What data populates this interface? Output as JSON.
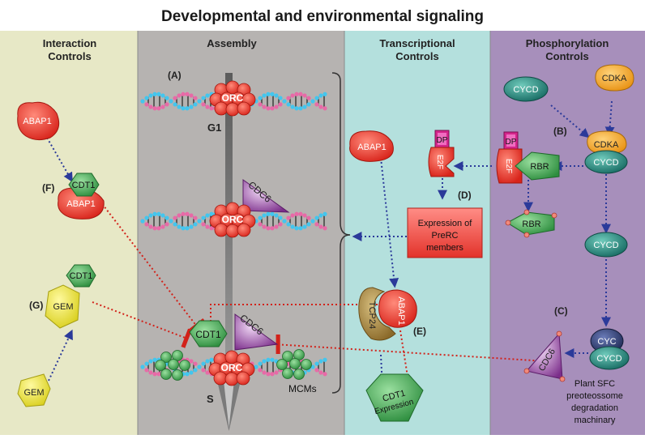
{
  "title": "Developmental and environmental  signaling",
  "columns": {
    "interaction": {
      "label_line1": "Interaction",
      "label_line2": "Controls",
      "color": "#e7e8c6"
    },
    "assembly": {
      "label": "Assembly",
      "color": "#b6b3b1"
    },
    "transcriptional": {
      "label_line1": "Transcriptional",
      "label_line2": "Controls",
      "color": "#b4e0dd"
    },
    "phosphorylation": {
      "label_line1": "Phosphorylation",
      "label_line2": "Controls",
      "color": "#a78fbb"
    }
  },
  "panel_letters": {
    "a": "(A)",
    "b": "(B)",
    "c": "(C)",
    "d": "(D)",
    "e": "(E)",
    "f": "(F)",
    "g": "(G)"
  },
  "phase_labels": {
    "g1": "G1",
    "s": "S"
  },
  "proteins": {
    "orc": "ORC",
    "cdc6": "CDC6",
    "cdt1": "CDT1",
    "abap1": "ABAP1",
    "gem": "GEM",
    "tcp24": "TCP24",
    "cdt1_expression_line1": "CDT1",
    "cdt1_expression_line2": "Expression",
    "dp": "DP",
    "e2f": "E2F",
    "rbr": "RBR",
    "cycd": "CYCD",
    "cdka": "CDKA",
    "cyc": "CYC",
    "mcms": "MCMs"
  },
  "expression_box": {
    "line1": "Expression of",
    "line2": "PreRC",
    "line3": "members"
  },
  "degradation_note": {
    "line1": "Plant SFC",
    "line2": "preoteossome",
    "line3": "degradation",
    "line4": "machinary"
  },
  "colors": {
    "red_protein": "#e8312b",
    "green_protein": "#3fa34d",
    "teal_protein": "#1f7f77",
    "yellow_protein": "#efe835",
    "purple_protein": "#8e3d96",
    "orange_protein": "#f2a31b",
    "navy_protein": "#2a3566",
    "magenta_protein": "#d4258b",
    "dna_pink": "#e86aa7",
    "dna_cyan": "#43c6ee",
    "arrow_blue": "#2b3a9a",
    "inhibition_red": "#d2221a"
  }
}
